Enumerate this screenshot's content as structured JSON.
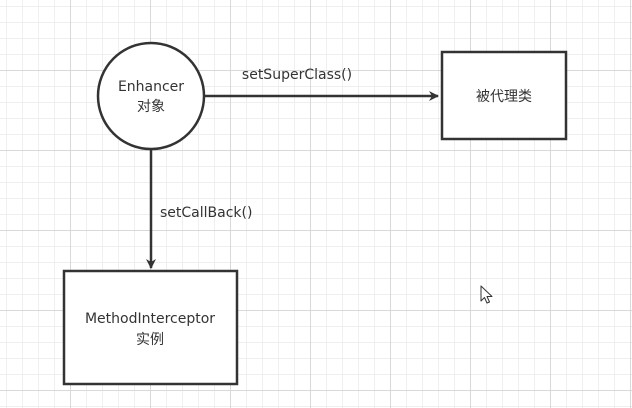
{
  "nodes": {
    "enhancer": {
      "line1": "Enhancer",
      "line2": "对象"
    },
    "proxied_class": {
      "label": "被代理类"
    },
    "interceptor": {
      "line1": "MethodInterceptor",
      "line2": "实例"
    }
  },
  "edges": {
    "set_super_class": {
      "label": "setSuperClass()"
    },
    "set_call_back": {
      "label": "setCallBack()"
    }
  },
  "colors": {
    "stroke": "#333333",
    "text": "#333333"
  }
}
